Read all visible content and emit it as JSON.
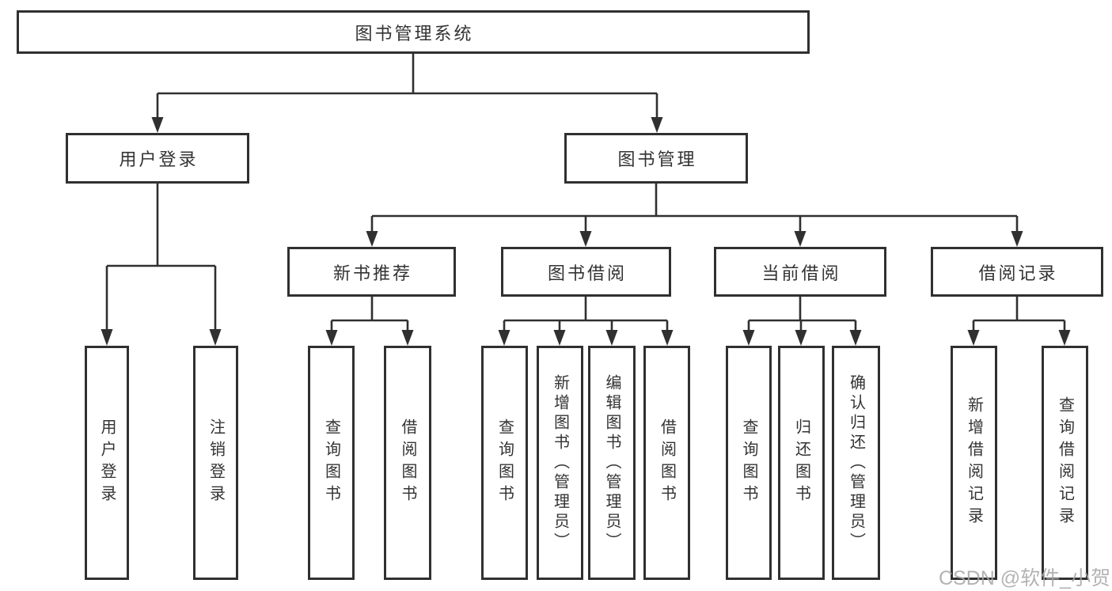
{
  "diagram": {
    "root": {
      "label": "图书管理系统"
    },
    "level2": {
      "user_login": {
        "label": "用户登录"
      },
      "book_management": {
        "label": "图书管理"
      }
    },
    "level3": {
      "new_book_recommend": {
        "label": "新书推荐"
      },
      "book_borrow": {
        "label": "图书借阅"
      },
      "current_borrow": {
        "label": "当前借阅"
      },
      "borrow_records": {
        "label": "借阅记录"
      }
    },
    "leaves": {
      "user_login": {
        "label": "用户登录"
      },
      "logout": {
        "label": "注销登录"
      },
      "query_book_1": {
        "label": "查询图书"
      },
      "borrow_book_1": {
        "label": "借阅图书"
      },
      "query_book_2": {
        "label": "查询图书"
      },
      "add_book_admin": {
        "label": "新增图书（管理员）"
      },
      "edit_book_admin": {
        "label": "编辑图书（管理员）"
      },
      "borrow_book_2": {
        "label": "借阅图书"
      },
      "query_book_3": {
        "label": "查询图书"
      },
      "return_book": {
        "label": "归还图书"
      },
      "confirm_return_admin": {
        "label": "确认归还（管理员）"
      },
      "add_borrow_record": {
        "label": "新增借阅记录"
      },
      "query_borrow_record": {
        "label": "查询借阅记录"
      }
    }
  },
  "watermark": {
    "text": "CSDN @软件_小贺同学"
  },
  "colors": {
    "line": "#303030",
    "text": "#333333",
    "watermark": "#a6a6a6",
    "background": "#ffffff"
  }
}
